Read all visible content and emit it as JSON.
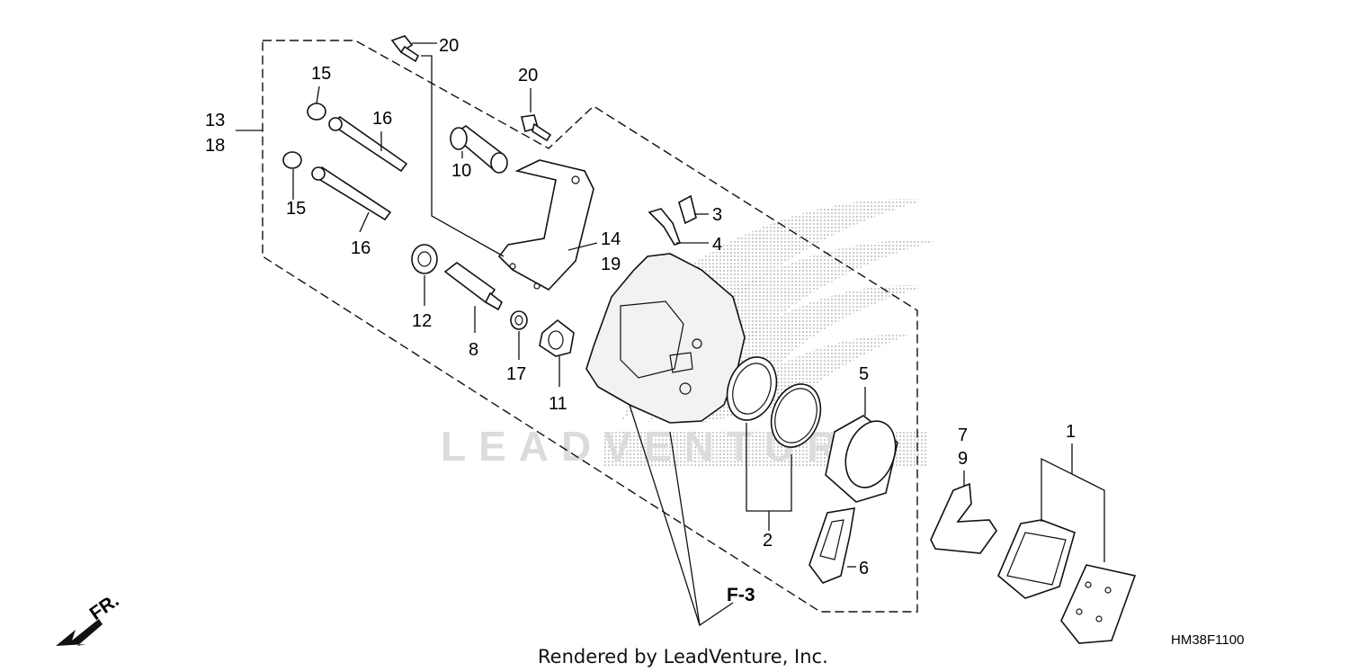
{
  "diagram": {
    "callouts": [
      "20",
      "20",
      "15",
      "16",
      "13",
      "18",
      "15",
      "16",
      "10",
      "3",
      "4",
      "14",
      "19",
      "12",
      "8",
      "17",
      "11",
      "5",
      "2",
      "7",
      "9",
      "1",
      "6"
    ],
    "reference_label": "F-3",
    "direction_label": "FR.",
    "diagram_code": "HM38F1100",
    "credit": "Rendered by LeadVenture, Inc.",
    "watermark": "LEADVENTURE"
  },
  "icons": {
    "direction_arrow": "arrow-down-left-icon",
    "watermark_logo": "wing-logo-icon"
  },
  "colors": {
    "ink": "#111111",
    "watermark": "#c8c8c8"
  }
}
